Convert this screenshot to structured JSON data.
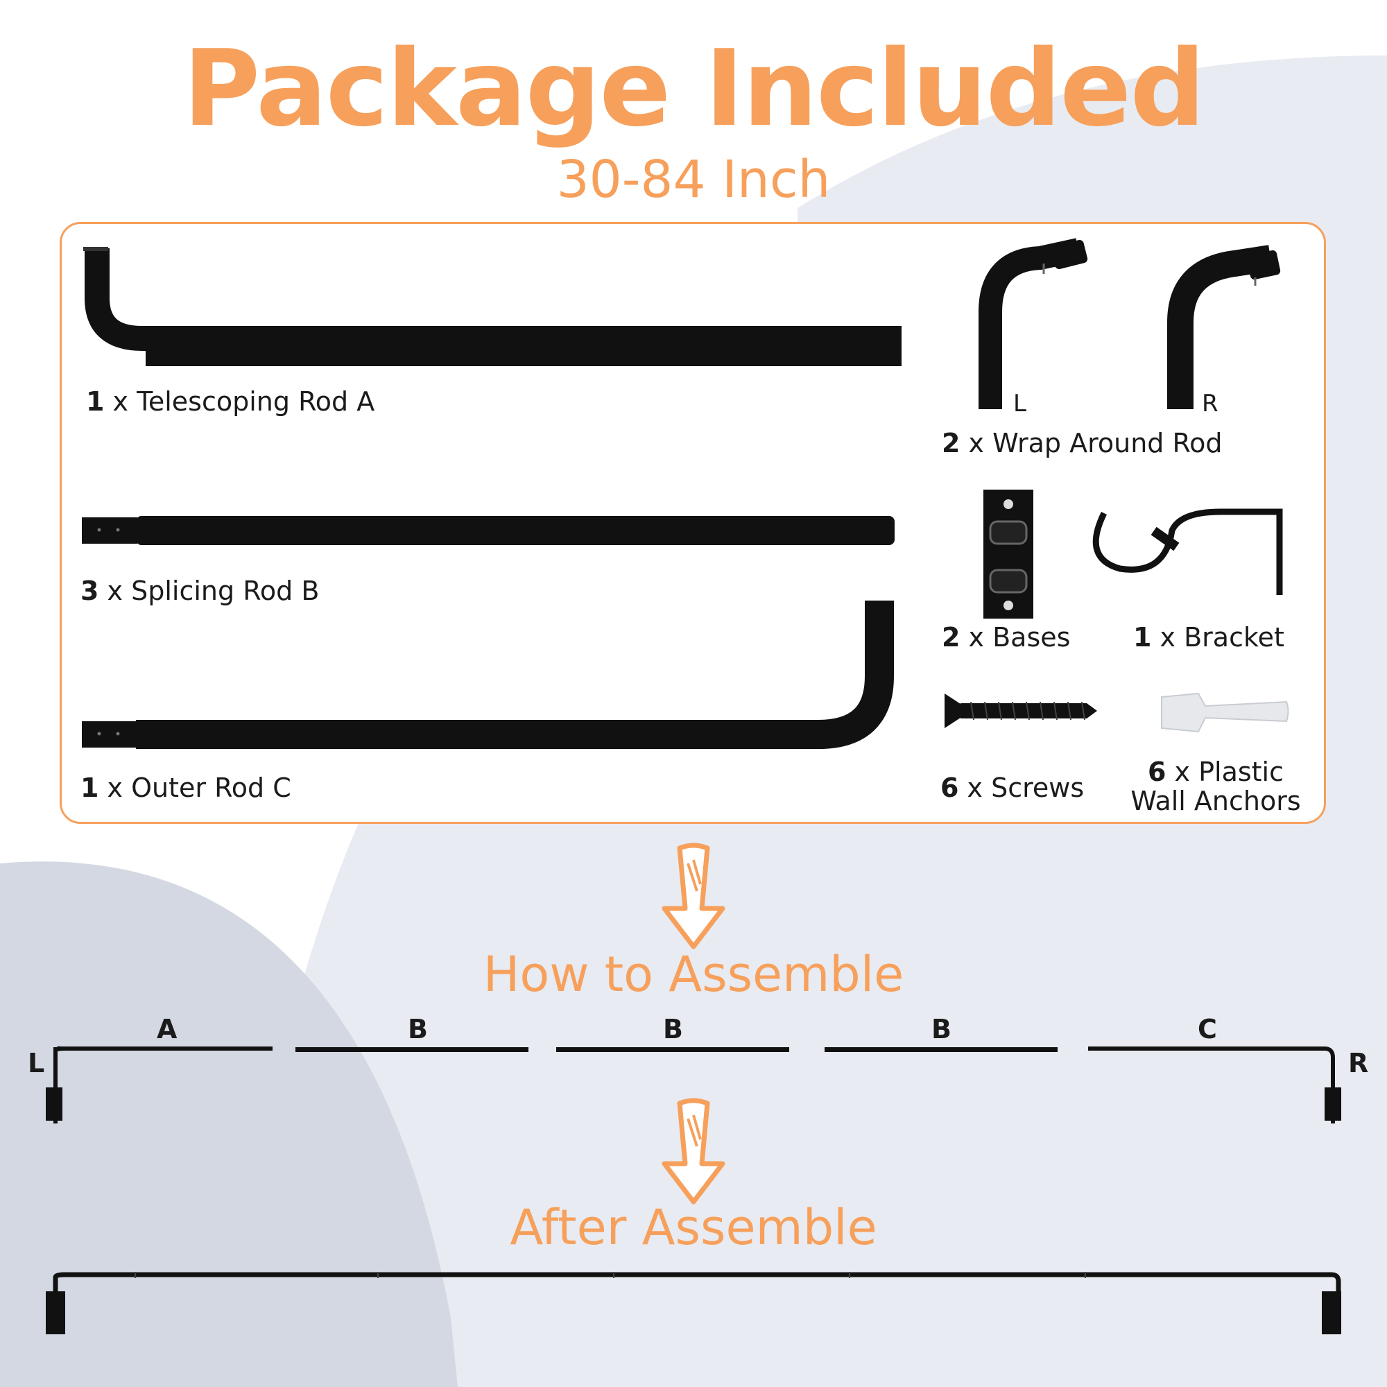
{
  "header": {
    "title": "Package Included",
    "subtitle": "30-84 Inch"
  },
  "colors": {
    "accent": "#f6a05c",
    "background_shape": "#e8ebf1",
    "background_shape_dark": "#d3d8e2",
    "part_color": "#111111"
  },
  "parts": [
    {
      "qty": "1",
      "sep": " x ",
      "name": "Telescoping Rod A"
    },
    {
      "qty": "3",
      "sep": " x ",
      "name": "Splicing Rod B"
    },
    {
      "qty": "1",
      "sep": " x ",
      "name": "Outer Rod C"
    },
    {
      "qty": "2",
      "sep": " x ",
      "name": "Wrap Around Rod"
    },
    {
      "qty": "2",
      "sep": " x ",
      "name": "Bases"
    },
    {
      "qty": "1",
      "sep": " x ",
      "name": "Bracket"
    },
    {
      "qty": "6",
      "sep": " x ",
      "name": "Screws"
    },
    {
      "qty": "6",
      "sep": " x ",
      "name": "Plastic",
      "name_line2": "Wall Anchors"
    }
  ],
  "wrap_labels": {
    "left": "L",
    "right": "R"
  },
  "assemble": {
    "title": "How to Assemble",
    "segments": [
      "A",
      "B",
      "B",
      "B",
      "C"
    ],
    "left_end": "L",
    "right_end": "R"
  },
  "after": {
    "title": "After Assemble"
  },
  "icons": {
    "down_arrow": "down-arrow-icon"
  }
}
